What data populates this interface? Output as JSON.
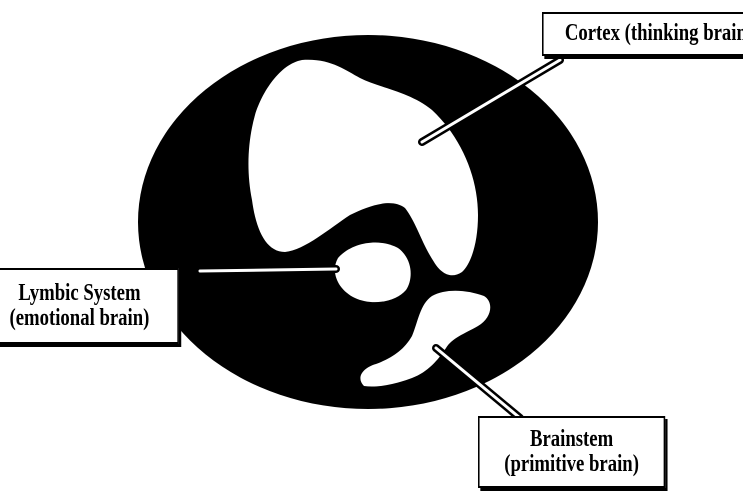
{
  "labels": {
    "cortex": "Cortex (thinking brain)",
    "limbic_line1": "Lymbic System",
    "limbic_line2": "(emotional brain)",
    "brainstem_line1": "Brainstem",
    "brainstem_line2": "(primitive brain)"
  },
  "colors": {
    "ink": "#000000",
    "paper": "#ffffff"
  }
}
